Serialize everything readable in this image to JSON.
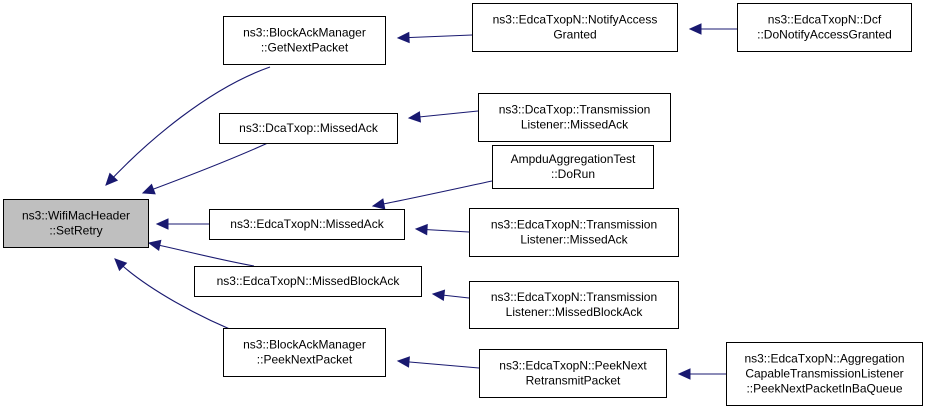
{
  "colors": {
    "node_fill": "#ffffff",
    "root_fill": "#bfbfbf",
    "border": "#000000",
    "edge": "#191970"
  },
  "nodes": [
    {
      "id": "root",
      "lines": [
        "ns3::WifiMacHeader",
        "::SetRetry"
      ],
      "highlighted": true
    },
    {
      "id": "bam_get",
      "lines": [
        "ns3::BlockAckManager",
        "::GetNextPacket"
      ]
    },
    {
      "id": "dca_missed",
      "lines": [
        "ns3::DcaTxop::MissedAck"
      ]
    },
    {
      "id": "edca_missed",
      "lines": [
        "ns3::EdcaTxopN::MissedAck"
      ]
    },
    {
      "id": "edca_missedblock",
      "lines": [
        "ns3::EdcaTxopN::MissedBlockAck"
      ]
    },
    {
      "id": "bam_peek",
      "lines": [
        "ns3::BlockAckManager",
        "::PeekNextPacket"
      ]
    },
    {
      "id": "edca_notify",
      "lines": [
        "ns3::EdcaTxopN::NotifyAccess",
        "Granted"
      ]
    },
    {
      "id": "dca_tl_missed",
      "lines": [
        "ns3::DcaTxop::Transmission",
        "Listener::MissedAck"
      ]
    },
    {
      "id": "ampdu_dorun",
      "lines": [
        "AmpduAggregationTest",
        "::DoRun"
      ]
    },
    {
      "id": "edca_tl_missed",
      "lines": [
        "ns3::EdcaTxopN::Transmission",
        "Listener::MissedAck"
      ]
    },
    {
      "id": "edca_tl_missedblock",
      "lines": [
        "ns3::EdcaTxopN::Transmission",
        "Listener::MissedBlockAck"
      ]
    },
    {
      "id": "edca_peek_retx",
      "lines": [
        "ns3::EdcaTxopN::PeekNext",
        "RetransmitPacket"
      ]
    },
    {
      "id": "edca_dcf",
      "lines": [
        "ns3::EdcaTxopN::Dcf",
        "::DoNotifyAccessGranted"
      ]
    },
    {
      "id": "edca_aggr_peek",
      "lines": [
        "ns3::EdcaTxopN::Aggregation",
        "CapableTransmissionListener",
        "::PeekNextPacketInBaQueue"
      ]
    }
  ],
  "edges": [
    {
      "from": "bam_get",
      "to": "root"
    },
    {
      "from": "dca_missed",
      "to": "root"
    },
    {
      "from": "edca_missed",
      "to": "root"
    },
    {
      "from": "edca_missedblock",
      "to": "root"
    },
    {
      "from": "bam_peek",
      "to": "root"
    },
    {
      "from": "edca_notify",
      "to": "bam_get"
    },
    {
      "from": "dca_tl_missed",
      "to": "dca_missed"
    },
    {
      "from": "ampdu_dorun",
      "to": "edca_missed"
    },
    {
      "from": "edca_tl_missed",
      "to": "edca_missed"
    },
    {
      "from": "edca_tl_missedblock",
      "to": "edca_missedblock"
    },
    {
      "from": "edca_peek_retx",
      "to": "bam_peek"
    },
    {
      "from": "edca_dcf",
      "to": "edca_notify"
    },
    {
      "from": "edca_aggr_peek",
      "to": "edca_peek_retx"
    }
  ]
}
